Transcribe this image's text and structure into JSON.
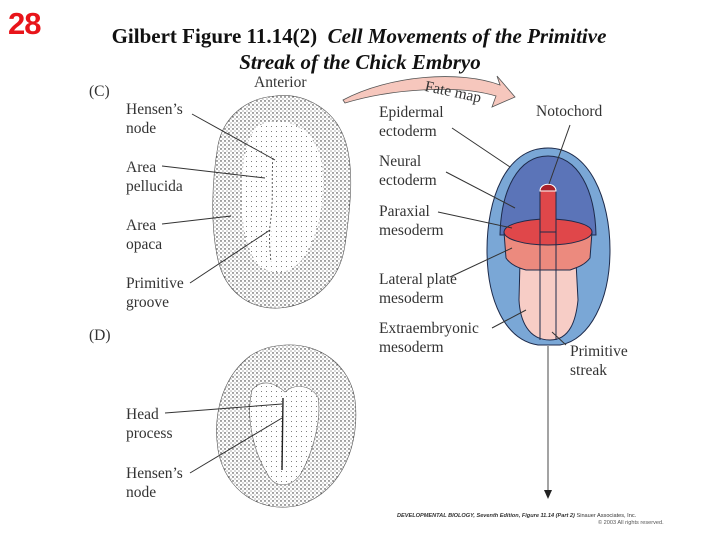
{
  "slide_number": "28",
  "title": {
    "line1_plain": "Gilbert Figure 11.14(2)",
    "line1_italic": "Cell Movements of the Primitive",
    "line2_italic": "Streak of the Chick Embryo"
  },
  "panel_c": {
    "tag": "(C)",
    "anterior": "Anterior",
    "labels": [
      {
        "line1": "Hensen’s",
        "line2": "node"
      },
      {
        "line1": "Area",
        "line2": "pellucida"
      },
      {
        "line1": "Area",
        "line2": "opaca"
      },
      {
        "line1": "Primitive",
        "line2": "groove"
      }
    ]
  },
  "panel_d": {
    "tag": "(D)",
    "labels": [
      {
        "line1": "Head",
        "line2": "process"
      },
      {
        "line1": "Hensen’s",
        "line2": "node"
      }
    ]
  },
  "fate_map": {
    "arrow_label": "Fate map",
    "labels": {
      "epidermal": {
        "line1": "Epidermal",
        "line2": "ectoderm"
      },
      "neural": {
        "line1": "Neural",
        "line2": "ectoderm"
      },
      "paraxial": {
        "line1": "Paraxial",
        "line2": "mesoderm"
      },
      "lateral": {
        "line1": "Lateral plate",
        "line2": "mesoderm"
      },
      "extraembryonic": {
        "line1": "Extraembryonic",
        "line2": "mesoderm"
      },
      "notochord": "Notochord",
      "primitive_streak": {
        "line1": "Primitive",
        "line2": "streak"
      }
    },
    "colors": {
      "epidermal_ectoderm": "#7aa7d6",
      "neural_ectoderm": "#5b74b8",
      "paraxial_mesoderm": "#e0474a",
      "lateral_plate_mesoderm": "#ec8a7e",
      "extraembryonic_mesoderm": "#f7cdc6",
      "notochord": "#e0474a",
      "notochord_tip": "#a8202a",
      "fate_arrow": "#f6c7bd"
    }
  },
  "credit": {
    "book": "DEVELOPMENTAL BIOLOGY, Seventh Edition, Figure 11.14 (Part 2)",
    "publisher": "Sinauer Associates, Inc.",
    "copyright": "© 2003 All rights reserved."
  }
}
